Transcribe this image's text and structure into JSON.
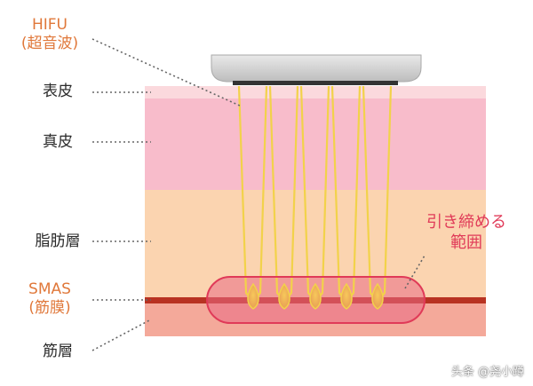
{
  "labels": {
    "hifu_line1": "HIFU",
    "hifu_line2": "(超音波)",
    "epidermis": "表皮",
    "dermis": "真皮",
    "fat": "脂肪層",
    "smas_line1": "SMAS",
    "smas_line2": "(筋膜)",
    "muscle": "筋層",
    "tighten_line1": "引き締める",
    "tighten_line2": "範囲"
  },
  "watermark": "头条 @尧小蹲",
  "colors": {
    "epidermis": "#fbd9dd",
    "dermis": "#f8bccb",
    "fat": "#fbd4b0",
    "smas": "#b83222",
    "muscle": "#f4a99a",
    "beam": "#f2d24a",
    "range_outline": "#e03a58",
    "label_orange": "#e0783a",
    "label_dark": "#2a2a2a"
  }
}
